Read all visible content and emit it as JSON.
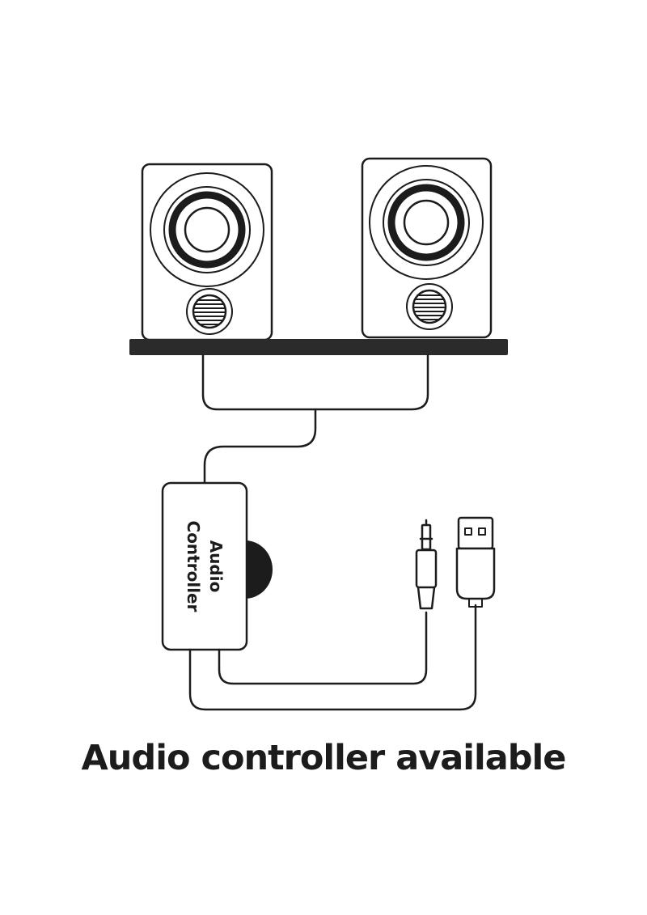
{
  "controller": {
    "line1": "Audio",
    "line2": "Controller"
  },
  "caption": "Audio controller available",
  "colors": {
    "ink": "#1c1c1c",
    "shelf": "#2b2b2b",
    "background": "#ffffff"
  },
  "icons": [
    "speaker-icon",
    "speaker-icon",
    "audio-jack-icon",
    "usb-plug-icon",
    "volume-knob-icon"
  ]
}
